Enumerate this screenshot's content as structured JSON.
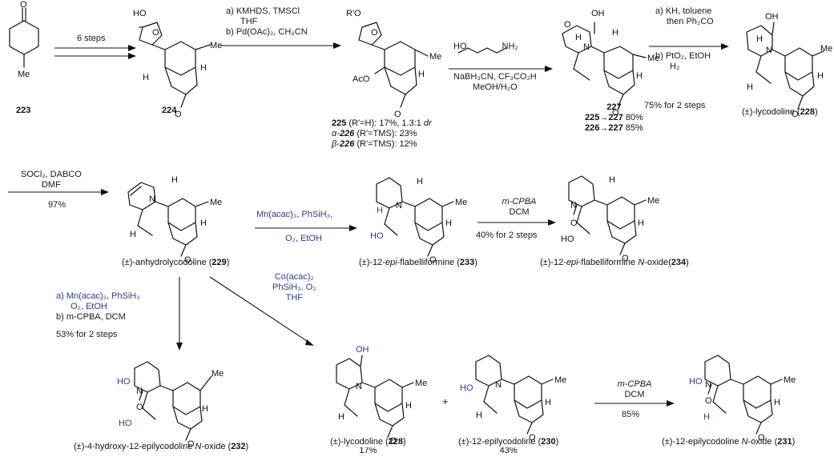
{
  "steps": {
    "s1": {
      "line1": "6 steps"
    },
    "s2": {
      "line1": "a) KMHDS, TMSCl",
      "line2": "THF",
      "line3": "b) Pd(OAc)₂, CH₃CN"
    },
    "s3": {
      "line1": "HO",
      "line1b": "NH₂",
      "line2": "NaBH₃CN, CF₃CO₂H",
      "line3": "MeOH/H₂O"
    },
    "s4": {
      "line1": "a) KH, toluene",
      "line2": "then Ph₂CO",
      "line3": "b) PtO₂, EtOH",
      "line4": "H₂",
      "yield": "75% for 2 steps"
    },
    "s5": {
      "line1": "SOCl₂, DABCO",
      "line2": "DMF",
      "yield": "97%"
    },
    "s6": {
      "line1": "Mn(acac)₃, PhSiH₃,",
      "line2": "O₂, EtOH"
    },
    "s7": {
      "line1": "m-CPBA",
      "line2": "DCM",
      "yield": "40% for 2 steps"
    },
    "s8": {
      "line1": "a) Mn(acac)₂, PhSiH₃",
      "line2": "O₂, EtOH",
      "line3": "b) m-CPBA, DCM",
      "yield": "53% for 2 steps"
    },
    "s9": {
      "line1": "Co(acac)₂",
      "line2": "PhSiH₃, O₂",
      "line3": "THF"
    },
    "s10": {
      "line1": "m-CPBA",
      "line2": "DCM",
      "yield": "85%"
    }
  },
  "compounds": {
    "c223": {
      "num": "223"
    },
    "c224": {
      "num": "224"
    },
    "c225": {
      "num": "225",
      "desc": " (R'=H): 17%, 1.3:1 ",
      "dr": "dr"
    },
    "c226a": {
      "prefix": "α-",
      "num": "226",
      "desc": " (R'=TMS): 23%"
    },
    "c226b": {
      "prefix": "β-",
      "num": "226",
      "desc": " (R'=TMS): 12%"
    },
    "c227": {
      "num": "227",
      "y1a": "225→227",
      "y1b": " 80%",
      "y2a": "226→227",
      "y2b": " 85%"
    },
    "c228": {
      "name": "(±)-lycodoline (",
      "num": "228",
      "close": ")"
    },
    "c229": {
      "name": "(±)-anhydrolycodoline (",
      "num": "229",
      "close": ")"
    },
    "c233": {
      "name": "(±)-12-",
      "epi": "epi",
      "name2": "-flabelliformine (",
      "num": "233",
      "close": ")"
    },
    "c234": {
      "name": "(±)-12-",
      "epi": "epi",
      "name2": "-flabelliformine ",
      "n": "N",
      "name3": "-oxide(",
      "num": "234",
      "close": ")"
    },
    "c232": {
      "name": "(±)-4-hydroxy-12-epilycodoline ",
      "n": "N",
      "name2": "-oxide (",
      "num": "232",
      "close": ")"
    },
    "c228b": {
      "name": "(±)-lycodoline (",
      "num": "228",
      "close": ")",
      "yield": "17%"
    },
    "c230": {
      "name": "(±)-12-epilycodoline (",
      "num": "230",
      "close": ")",
      "yield": "43%"
    },
    "c231": {
      "name": "(±)-12-epilycodoline ",
      "n": "N",
      "name2": "-oxide (",
      "num": "231",
      "close": ")"
    }
  },
  "atoms": {
    "O": "O",
    "Me": "Me",
    "HO": "HO",
    "H": "H",
    "N": "N",
    "OH": "OH",
    "AcO": "AcO",
    "RO": "R'O",
    "plus": "+"
  }
}
